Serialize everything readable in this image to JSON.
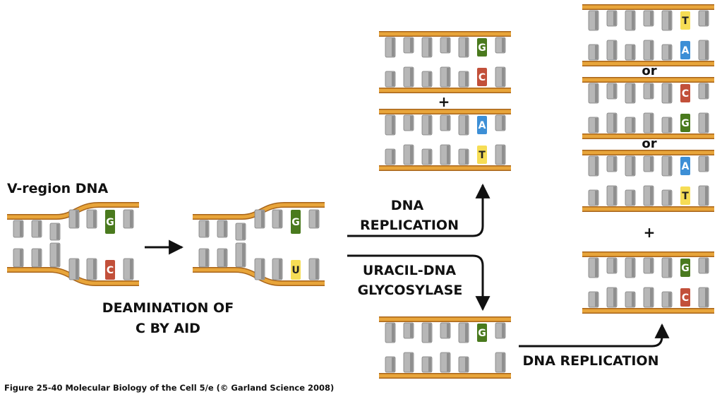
{
  "labels": {
    "v_region": "V-region DNA",
    "deamination_line1": "DEAMINATION OF",
    "deamination_line2": "C BY AID",
    "dna_replication_upper_line1": "DNA",
    "dna_replication_upper_line2": "REPLICATION",
    "uracil_line1": "URACIL-DNA",
    "uracil_line2": "GLYCOSYLASE",
    "dna_replication_lower": "DNA REPLICATION",
    "plus": "+",
    "or": "or",
    "caption": "Figure 25-40  Molecular Biology of the Cell 5/e (© Garland Science 2008)"
  },
  "bases": {
    "G": {
      "letter": "G",
      "color": "#4a7a1e",
      "text": "#ffffff"
    },
    "C": {
      "letter": "C",
      "color": "#c2503a",
      "text": "#ffffff"
    },
    "A": {
      "letter": "A",
      "color": "#3d8fd6",
      "text": "#ffffff"
    },
    "T": {
      "letter": "T",
      "color": "#f6dd55",
      "text": "#222222"
    },
    "U": {
      "letter": "U",
      "color": "#f6dd55",
      "text": "#222222"
    }
  },
  "colors": {
    "backbone": "#e8a53a",
    "backbone_edge": "#a8641a",
    "base_gray": "#b7b7b7",
    "base_gray_edge": "#7d7d7d",
    "arrow": "#111111"
  },
  "duplexes": [
    {
      "name": "original",
      "top_base": "G",
      "bottom_base": "C"
    },
    {
      "name": "deaminated",
      "top_base": "G",
      "bottom_base": "U"
    },
    {
      "name": "replicated-gc",
      "top_base": "G",
      "bottom_base": "C"
    },
    {
      "name": "replicated-at",
      "top_base": "A",
      "bottom_base": "T"
    },
    {
      "name": "excised",
      "top_base": "G",
      "bottom_base": ""
    },
    {
      "name": "result-ta",
      "top_base": "T",
      "bottom_base": "A"
    },
    {
      "name": "result-cg",
      "top_base": "C",
      "bottom_base": "G"
    },
    {
      "name": "result-at",
      "top_base": "A",
      "bottom_base": "T"
    },
    {
      "name": "result-gc",
      "top_base": "G",
      "bottom_base": "C"
    }
  ]
}
